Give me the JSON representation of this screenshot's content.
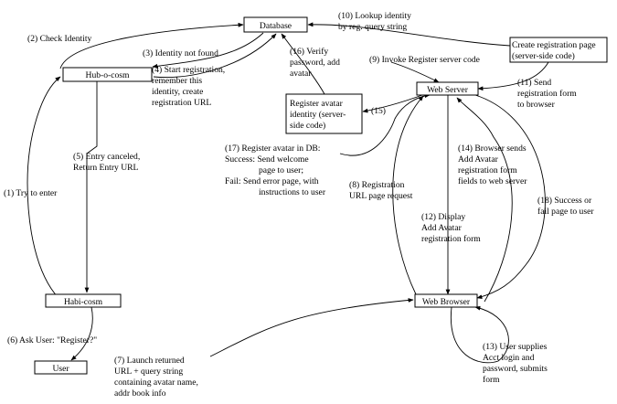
{
  "nodes": {
    "database": "Database",
    "hub_o_cosm": "Hub-o-cosm",
    "habi_cosm": "Habi-cosm",
    "user": "User",
    "web_server": "Web Server",
    "web_browser": "Web Browser",
    "register_avatar": [
      "Register avatar",
      "identity (server-",
      "side code)"
    ],
    "create_registration": [
      "Create registration page",
      "(server-side code)"
    ]
  },
  "edges": {
    "e1": [
      "(1) Try to enter"
    ],
    "e2": [
      "(2) Check Identity"
    ],
    "e3": [
      "(3) Identity not found"
    ],
    "e4": [
      "(4) Start registration,",
      "remember this",
      "identity, create",
      "registration URL"
    ],
    "e5": [
      "(5) Entry canceled,",
      "Return Entry URL"
    ],
    "e6": [
      "(6) Ask User: \"Register?\""
    ],
    "e7": [
      "(7) Launch returned",
      "URL + query string",
      "containing avatar name,",
      "addr book info"
    ],
    "e8": [
      "(8) Registration",
      "URL page request"
    ],
    "e9": [
      "(9) Invoke Register server code"
    ],
    "e10": [
      "(10) Lookup identity",
      "by reg. query string"
    ],
    "e11": [
      "(11) Send",
      "registration form",
      "to browser"
    ],
    "e12": [
      "(12) Display",
      "Add Avatar",
      "registration form"
    ],
    "e13": [
      "(13) User supplies",
      "Acct login and",
      "password, submits",
      "form"
    ],
    "e14": [
      "(14) Browser sends",
      "Add Avatar",
      "registration form",
      "fields to web server"
    ],
    "e15": [
      "(15)"
    ],
    "e16": [
      "(16) Verify",
      "password, add",
      "avatar"
    ],
    "e17": [
      "(17) Register avatar in DB:",
      "Success: Send welcome",
      "page to user;",
      "Fail: Send error page, with",
      "instructions to user"
    ],
    "e18": [
      "(18) Success or",
      "fail page to user"
    ]
  }
}
